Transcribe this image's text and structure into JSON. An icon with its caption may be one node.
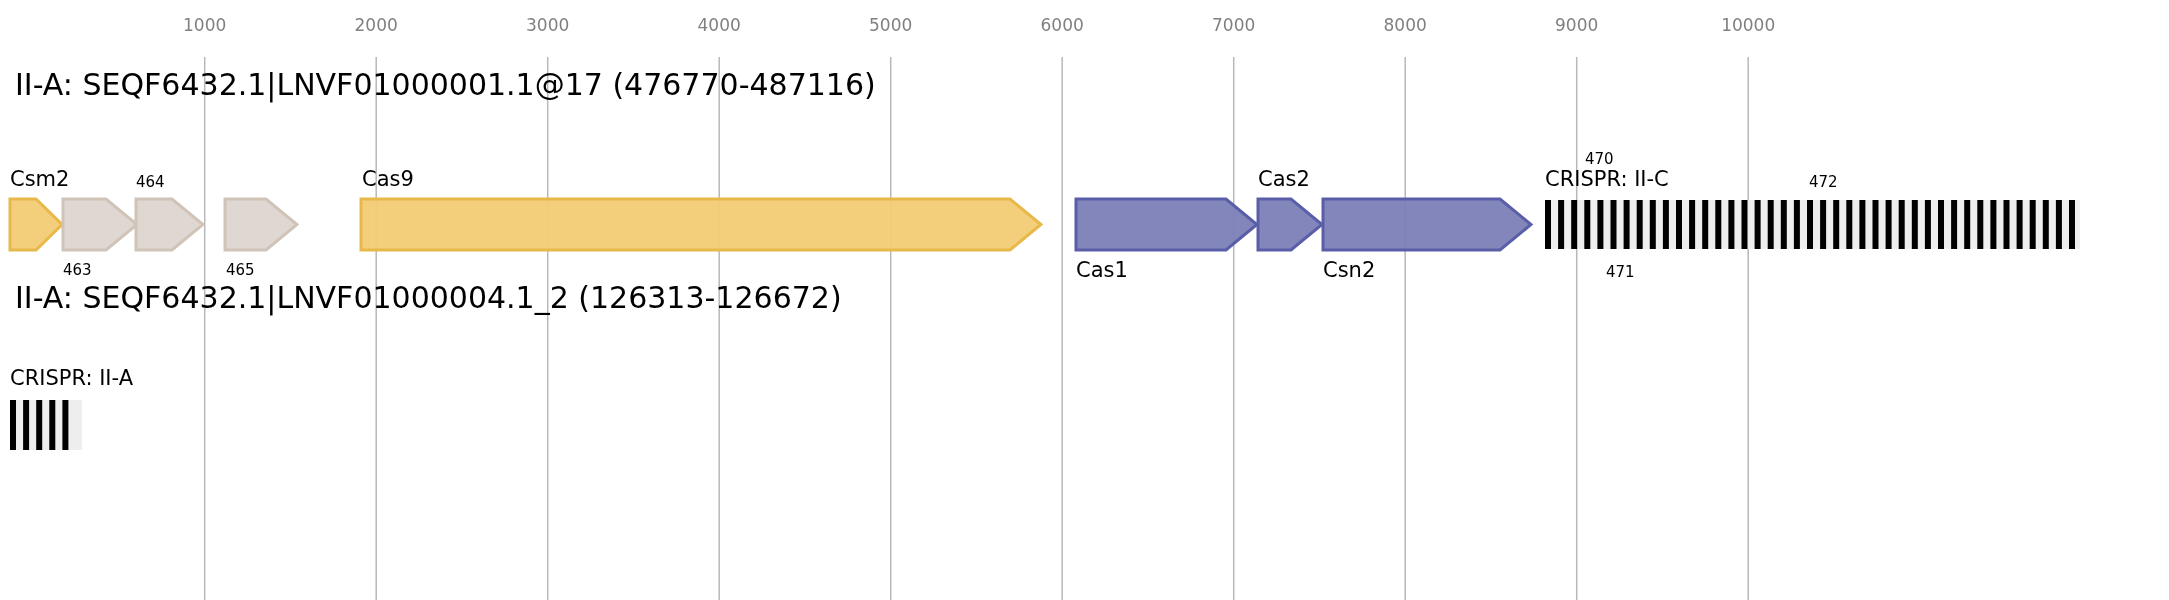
{
  "diagram": {
    "nodes": [
      {
        "text": [
          "Csm2"
        ]
      },
      {
        "text": [
          "463"
        ]
      },
      {
        "text": [
          "464"
        ]
      },
      {
        "text": [
          "465"
        ]
      },
      {
        "text": [
          "Cas9"
        ]
      },
      {
        "text": [
          "Cas1"
        ]
      },
      {
        "text": [
          "Cas2"
        ]
      },
      {
        "text": [
          "Csn2"
        ]
      },
      {
        "text": [
          "CRISPR: II-C"
        ]
      },
      {
        "text": [
          "CRISPR: II-A"
        ]
      }
    ],
    "labels": [
      "1000",
      "2000",
      "3000",
      "4000",
      "5000",
      "6000",
      "7000",
      "8000",
      "9000",
      "10000",
      "II-A: SEQF6432.1|LNVF01000001.1@17 (476770-487116)",
      "470",
      "472",
      "471",
      "II-A: SEQF6432.1|LNVF01000004.1_2 (126313-126672)"
    ]
  }
}
